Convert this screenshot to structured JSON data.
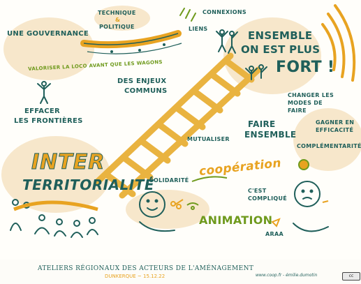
{
  "labels": {
    "une_gouvernance": "UNE GOUVERNANCE",
    "technique": "TECHNIQUE",
    "et": "&",
    "politique": "POLITIQUE",
    "valoriser": "VALORISER LA LOCO AVANT QUE LES WAGONS",
    "connexions": "CONNEXIONS",
    "liens": "LIENS",
    "ensemble_line1": "ENSEMBLE",
    "ensemble_line2": "ON EST PLUS",
    "ensemble_line3": "FORT !",
    "des_enjeux": "DES ENJEUX",
    "communs": "COMMUNS",
    "effacer": "EFFACER",
    "les_frontieres": "LES FRONTIÈRES",
    "changer_line1": "CHANGER LES",
    "changer_line2": "MODES DE",
    "changer_line3": "FAIRE",
    "gagner_line1": "GAGNER EN",
    "gagner_line2": "EFFICACITÉ",
    "complementarite": "COMPLÉMENTARITÉ",
    "faire": "FAIRE",
    "ensemble_faire": "ENSEMBLE",
    "mutualiser": "MUTUALISER",
    "inter": "INTER",
    "territorialite": "TERRITORIALITÉ",
    "solidarite": "SOLIDARITÉ",
    "cooperation": "coopération",
    "cest_line1": "C'EST",
    "cest_line2": "COMPLIQUÉ",
    "animation": "ANIMATION",
    "araa": "ARAA"
  },
  "footer": {
    "title": "ATELIERS RÉGIONAUX DES ACTEURS DE L'AMÉNAGEMENT",
    "subtitle": "DUNKERQUE ~ 15.12.22",
    "website": "www.coop.fr - émilie.dumotin",
    "license": "cc"
  },
  "colors": {
    "teal": "#1f5f5a",
    "green": "#6f9a1d",
    "orange": "#e8a321",
    "peach": "#f6e3c4",
    "track": "#e9b340"
  },
  "icons": [
    "railway-track",
    "locomotive-train",
    "stick-figures-group",
    "smiling-face-left",
    "smiling-face-right",
    "scissors-icon",
    "handshake-icon",
    "cc-license-icon"
  ]
}
